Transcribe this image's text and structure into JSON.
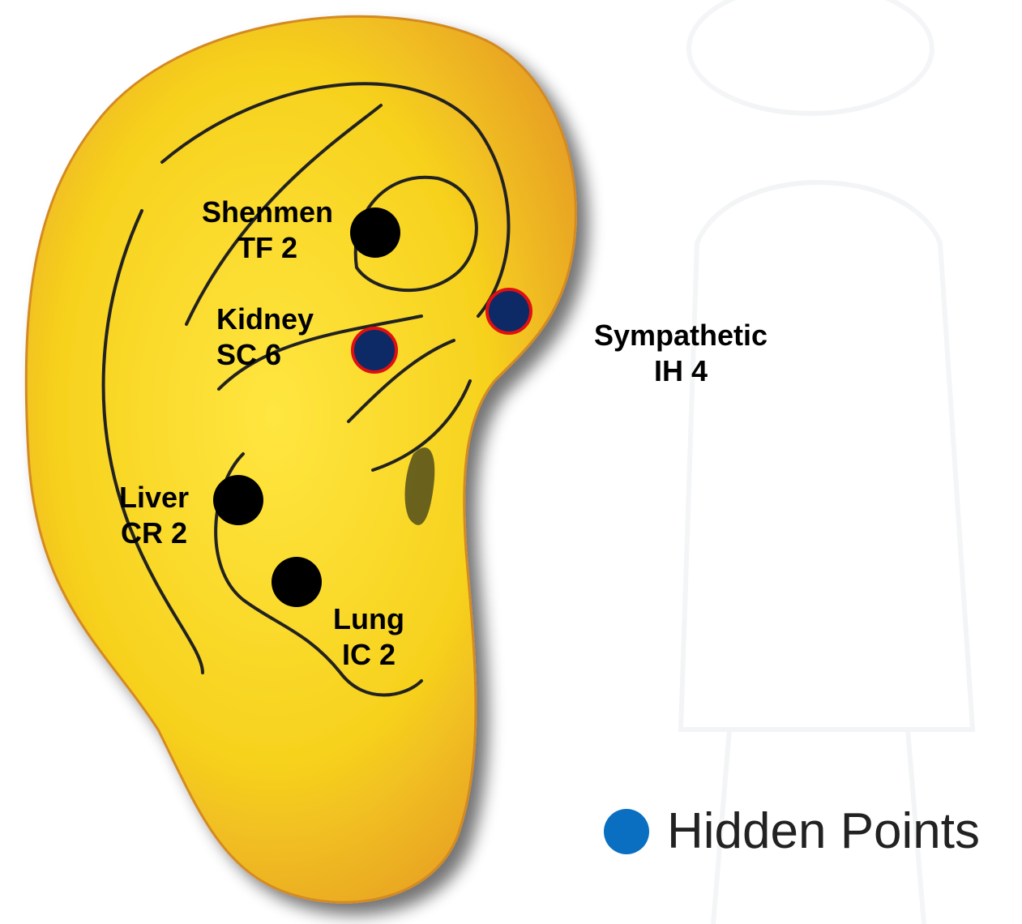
{
  "points": [
    {
      "id": "shenmen",
      "name": "Shenmen",
      "code": "TF 2",
      "hidden": false
    },
    {
      "id": "kidney",
      "name": "Kidney",
      "code": "SC 6",
      "hidden": true
    },
    {
      "id": "sympathetic",
      "name": "Sympathetic",
      "code": "IH 4",
      "hidden": true
    },
    {
      "id": "liver",
      "name": "Liver",
      "code": "CR 2",
      "hidden": false
    },
    {
      "id": "lung",
      "name": "Lung",
      "code": "IC 2",
      "hidden": false
    }
  ],
  "legend": {
    "label": "Hidden Points",
    "color": "#0b6fc1"
  },
  "colors": {
    "ear": "#f5d321",
    "ear_shade": "#e89a2a",
    "point_normal": "#000000",
    "point_hidden_fill": "#0d2a66",
    "point_hidden_ring": "#e01010"
  }
}
